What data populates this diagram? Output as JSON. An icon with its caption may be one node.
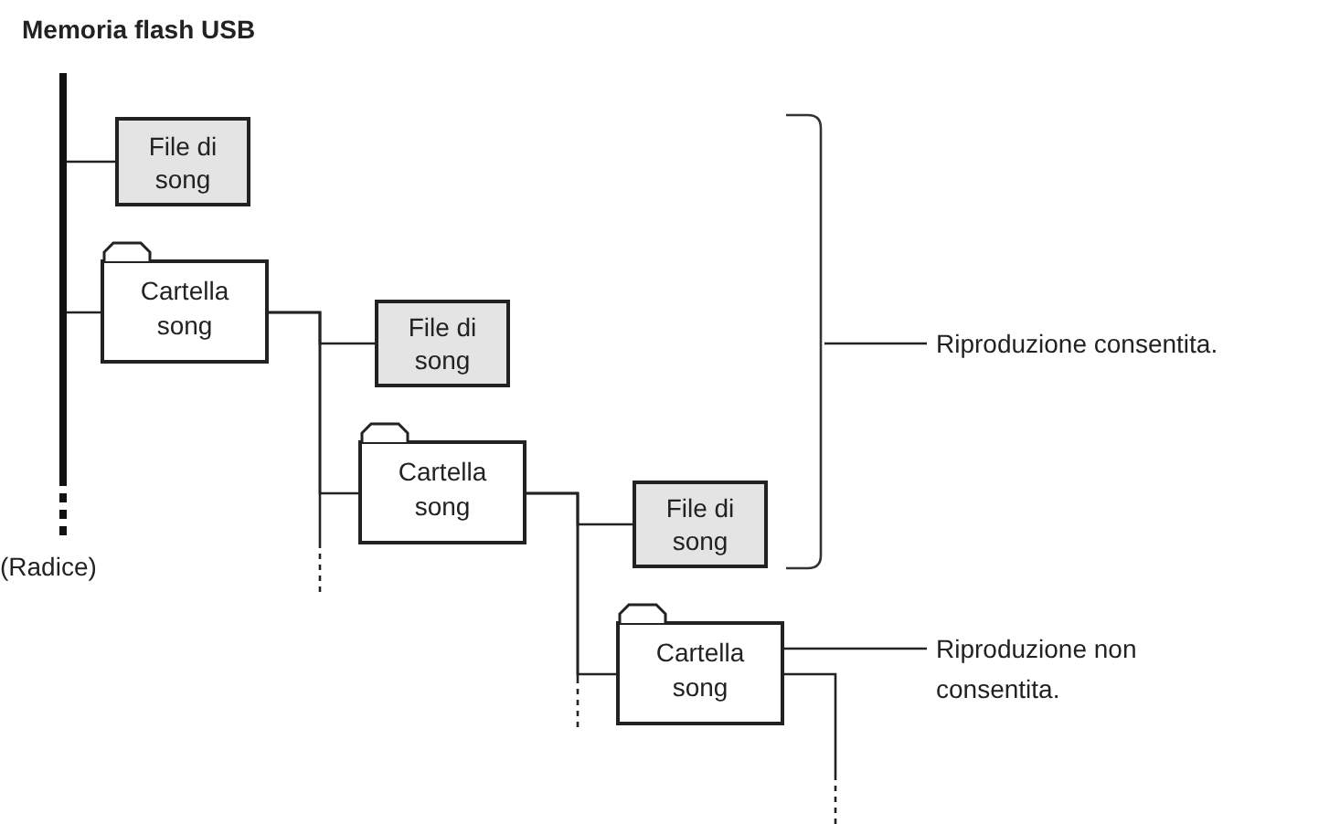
{
  "diagram": {
    "title": "Memoria flash USB",
    "nodes": [
      {
        "text": [],
        "shape": "bar",
        "beside": [
          "(Radice)"
        ]
      },
      {
        "text": [
          "File di song"
        ]
      },
      {
        "text": [
          "Cartella song"
        ]
      },
      {
        "text": [
          "File di song"
        ]
      },
      {
        "text": [
          "Cartella song"
        ]
      },
      {
        "text": [
          "File di song"
        ]
      },
      {
        "text": [
          "Cartella song"
        ]
      },
      {
        "text": [],
        "shape": "bracket"
      },
      {
        "text": [
          "Riproduzione consentita."
        ]
      },
      {
        "text": [
          "Riproduzione non consentita."
        ]
      }
    ],
    "edges": [
      {
        "from": 0,
        "to": 1,
        "arrow": "none"
      },
      {
        "from": 0,
        "to": 2,
        "arrow": "none"
      },
      {
        "from": 2,
        "to": 3,
        "arrow": "none"
      },
      {
        "from": 2,
        "to": 4,
        "arrow": "none"
      },
      {
        "from": 2,
        "to": null,
        "arrow": "none",
        "style": "dashed"
      },
      {
        "from": 4,
        "to": 5,
        "arrow": "none"
      },
      {
        "from": 4,
        "to": 6,
        "arrow": "none"
      },
      {
        "from": 4,
        "to": null,
        "arrow": "none",
        "style": "dashed"
      },
      {
        "from": 6,
        "to": null,
        "arrow": "none",
        "style": "dashed"
      },
      {
        "from": 8,
        "to": 7,
        "arrow": "none"
      },
      {
        "from": 9,
        "to": 6,
        "arrow": "none"
      }
    ]
  }
}
